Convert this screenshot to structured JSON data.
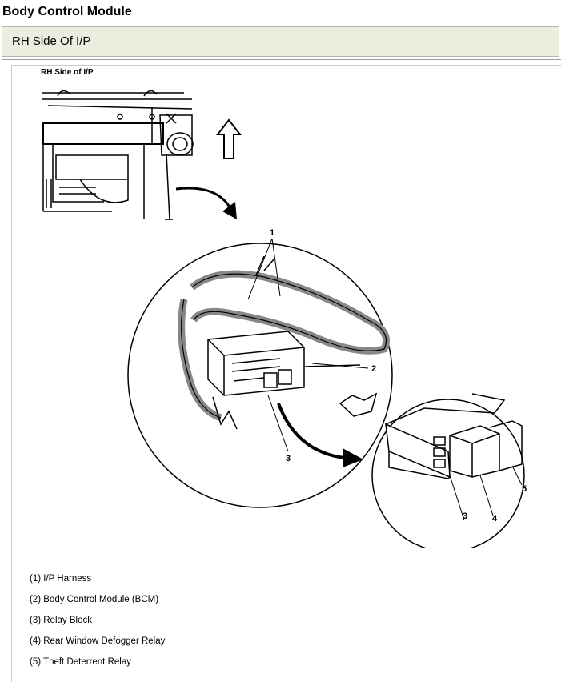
{
  "page": {
    "title": "Body Control Module"
  },
  "section": {
    "title": "RH Side Of I/P"
  },
  "figure": {
    "caption": "RH Side of I/P",
    "callouts": [
      "1",
      "2",
      "3",
      "3",
      "4",
      "5"
    ]
  },
  "legend": {
    "items": [
      "(1) I/P Harness",
      "(2) Body Control Module (BCM)",
      "(3) Relay Block",
      "(4) Rear Window Defogger Relay",
      "(5) Theft Deterrent Relay"
    ]
  }
}
